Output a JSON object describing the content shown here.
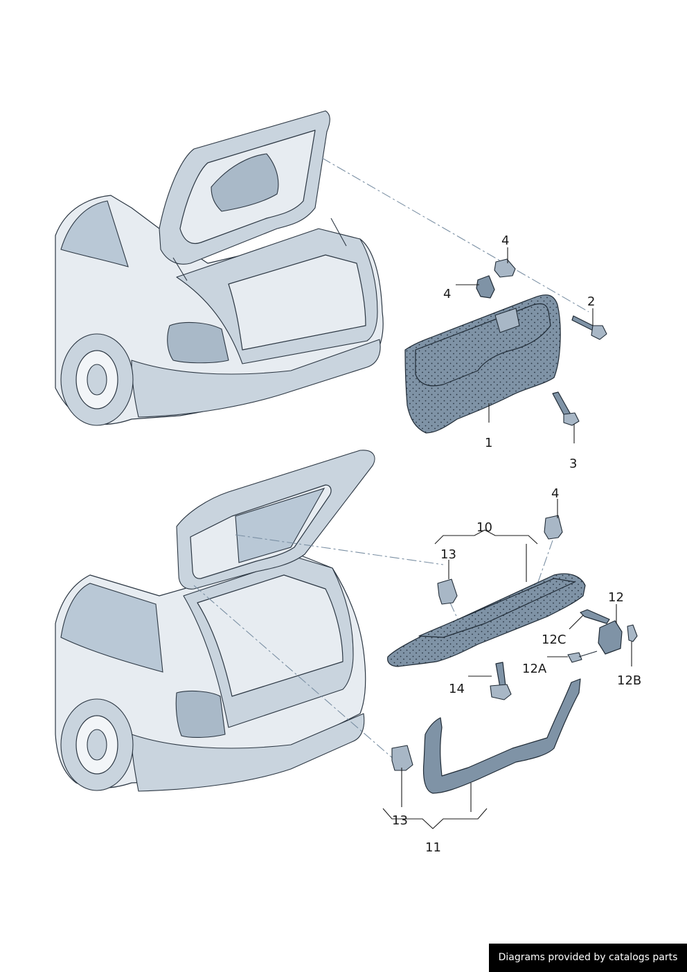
{
  "labels": {
    "l1": "1",
    "l2": "2",
    "l3": "3",
    "l4a": "4",
    "l4b": "4",
    "l4c": "4",
    "l10": "10",
    "l11": "11",
    "l12": "12",
    "l12a": "12A",
    "l12b": "12B",
    "l12c": "12C",
    "l13a": "13",
    "l13b": "13",
    "l14": "14"
  },
  "credit": "Diagrams provided by catalogs parts",
  "colors": {
    "part_fill": "#7f93a6",
    "car_fill": "#e7ecf1",
    "leader": "#1a1a1a",
    "credit_bg": "#000000"
  }
}
